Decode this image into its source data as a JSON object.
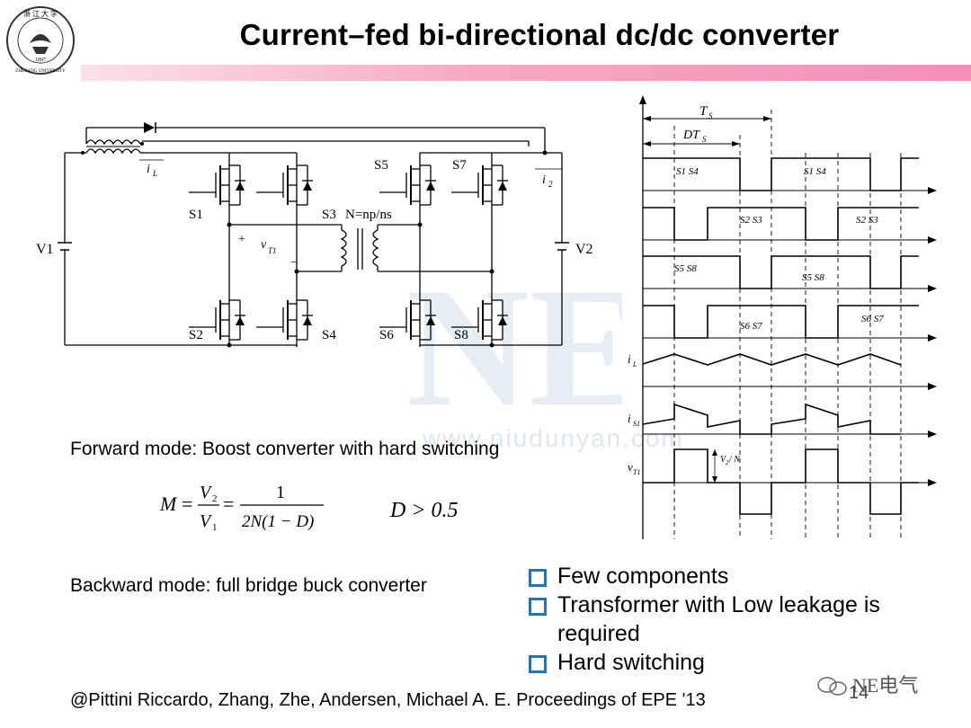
{
  "slide": {
    "title": "Current–fed bi-directional dc/dc converter",
    "page_number": "14",
    "logo_text": "ZHEJIANG UNIVERSITY",
    "logo_year": "1897",
    "logo_cn": "浙 江 大 学",
    "watermark": "NE",
    "watermark_url": "www.niudunyan.com",
    "wechat_label": "NE电气",
    "footer_citation": "@Pittini Riccardo, Zhang, Zhe, Andersen, Michael A. E. Proceedings of EPE '13"
  },
  "circuit": {
    "labels": {
      "v1": "V1",
      "v2": "V2",
      "s1": "S1",
      "s2": "S2",
      "s3": "S3",
      "s4": "S4",
      "s5": "S5",
      "s6": "S6",
      "s7": "S7",
      "s8": "S8",
      "ratio": "N=np/ns",
      "il": "i",
      "il_sub": "L",
      "i2": "i",
      "i2_sub": "2",
      "vt1": "v",
      "vt1_sub": "T1",
      "plus": "+",
      "minus": "−"
    }
  },
  "waveforms": {
    "ts": "T",
    "ts_sub": "S",
    "dts": "DT",
    "dts_sub": "S",
    "ch1_labels": [
      "S1  S4",
      "S1  S4"
    ],
    "ch2_labels": [
      "S2  S3",
      "S2  S3"
    ],
    "ch3_labels": [
      "S5  S8",
      "S5  S8"
    ],
    "ch4_labels": [
      "S6  S7",
      "S6  S7"
    ],
    "il": "i",
    "il_sub": "L",
    "is1": "i",
    "is1_sub": "S1",
    "vt1": "v",
    "vt1_sub": "T1",
    "v2n": "V",
    "v2n_sub": "2",
    "v2n_rest": " / N"
  },
  "text": {
    "forward_mode": "Forward mode:  Boost converter with hard switching",
    "backward_mode": "Backward mode: full bridge buck converter"
  },
  "equation": {
    "m": "M",
    "eq": "=",
    "v2": "V",
    "v2_sub": "2",
    "v1": "V",
    "v1_sub": "1",
    "one": "1",
    "den": "2N(1 − D)",
    "cond": "D > 0.5"
  },
  "bullets": [
    "Few components",
    "Transformer with Low leakage is",
    "required",
    "Hard switching"
  ]
}
